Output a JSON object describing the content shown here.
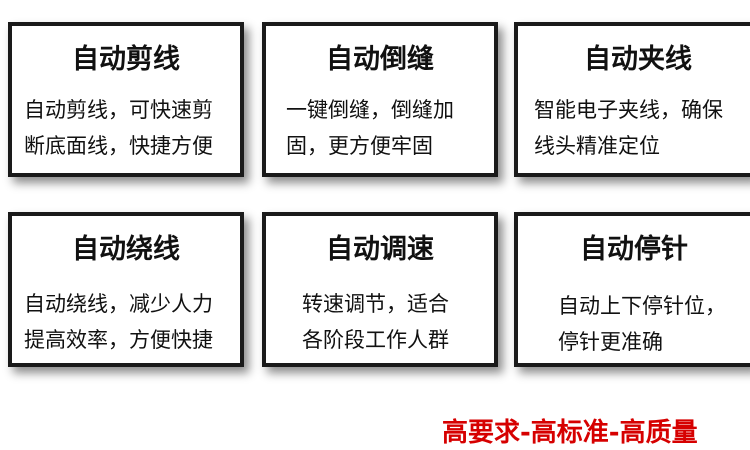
{
  "cards": [
    {
      "title": "自动剪线",
      "lines": [
        "自动剪线，可快速剪",
        "断底面线，快捷方便"
      ]
    },
    {
      "title": "自动倒缝",
      "lines": [
        "一键倒缝，倒缝加",
        "固，更方便牢固"
      ]
    },
    {
      "title": "自动夹线",
      "lines": [
        "智能电子夹线，确保",
        "线头精准定位"
      ]
    },
    {
      "title": "自动绕线",
      "lines": [
        "自动绕线，减少人力",
        "提高效率，方便快捷"
      ]
    },
    {
      "title": "自动调速",
      "lines": [
        "转速调节，适合",
        "各阶段工作人群"
      ]
    },
    {
      "title": "自动停针",
      "lines": [
        "自动上下停针位，",
        "停针更准确"
      ]
    }
  ],
  "footer": {
    "slogan": "高要求-高标准-高质量",
    "slogan_color": "#d60000"
  }
}
